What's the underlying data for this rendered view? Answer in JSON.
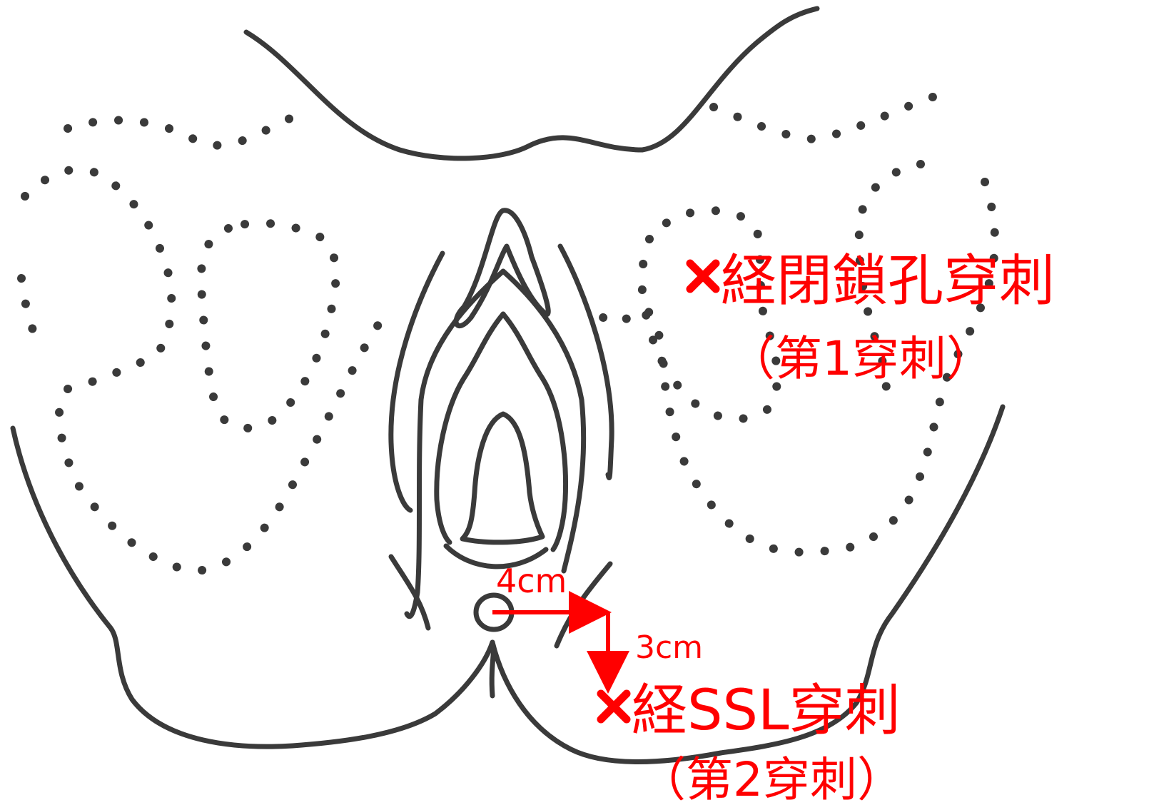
{
  "colors": {
    "ink": "#3a3a3a",
    "annotation": "#ff0000"
  },
  "labels": {
    "obturator_puncture": "経閉鎖孔穿刺",
    "first_puncture": "（第1穿刺）",
    "ssl_puncture": "経SSL穿刺",
    "second_puncture": "（第2穿刺）",
    "horizontal_distance": "4cm",
    "vertical_distance": "3cm"
  },
  "icons": {
    "puncture_mark": "x-mark-icon"
  }
}
